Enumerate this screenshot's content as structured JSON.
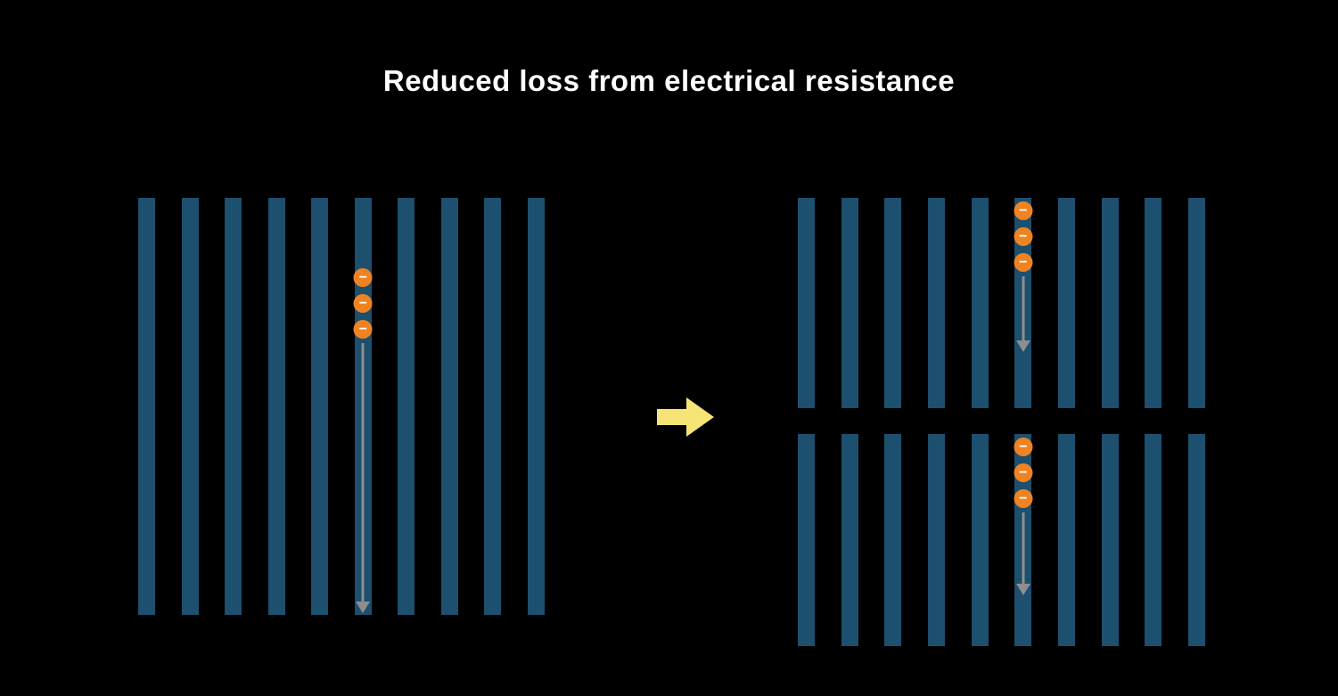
{
  "title": "Reduced loss from electrical resistance",
  "electron_symbol": "−",
  "colors": {
    "background": "#000000",
    "title_text": "#ffffff",
    "electrode_bar": "#1d4f6e",
    "electron_fill": "#ef8322",
    "electron_symbol": "#ffffff",
    "current_path_arrow": "#8e8e8e",
    "transition_arrow": "#f6e476"
  },
  "panels": [
    {
      "id": "full-cell",
      "bar_count": 10,
      "electron_count": 3,
      "electron_bar_index": 5
    },
    {
      "id": "half-cell-top",
      "bar_count": 10,
      "electron_count": 3,
      "electron_bar_index": 5
    },
    {
      "id": "half-cell-bottom",
      "bar_count": 10,
      "electron_count": 3,
      "electron_bar_index": 5
    }
  ]
}
